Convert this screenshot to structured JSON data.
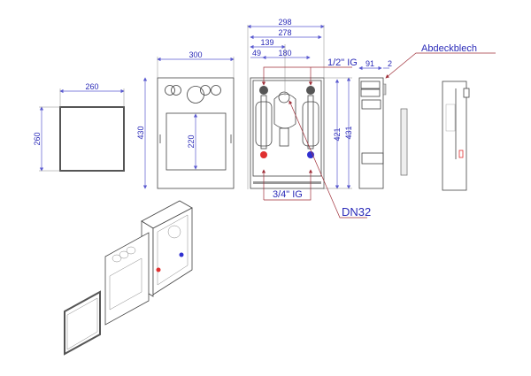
{
  "drawing": {
    "cover_frame": {
      "width_label": "260",
      "height_label": "260"
    },
    "front_panel": {
      "width_label": "300",
      "height_label": "430",
      "opening_label": "220"
    },
    "cabinet_front": {
      "dimensions": {
        "overall_width": "298",
        "inner_width": "278",
        "half_width": "139",
        "offset": "49",
        "spacing": "180",
        "height_inner": "421",
        "height_outer": "431"
      },
      "callouts": {
        "top_connection": "1/2\" IG",
        "bottom_connection": "3/4\" IG",
        "center_pipe": "DN32"
      }
    },
    "side_view": {
      "depth_label": "91",
      "cover_thickness_label": "2",
      "cover_callout": "Abdeckblech"
    },
    "colors": {
      "dimension": "#2a2ab8",
      "leader": "#a0303a",
      "hot": "#e03030",
      "cold": "#3030d0"
    }
  }
}
